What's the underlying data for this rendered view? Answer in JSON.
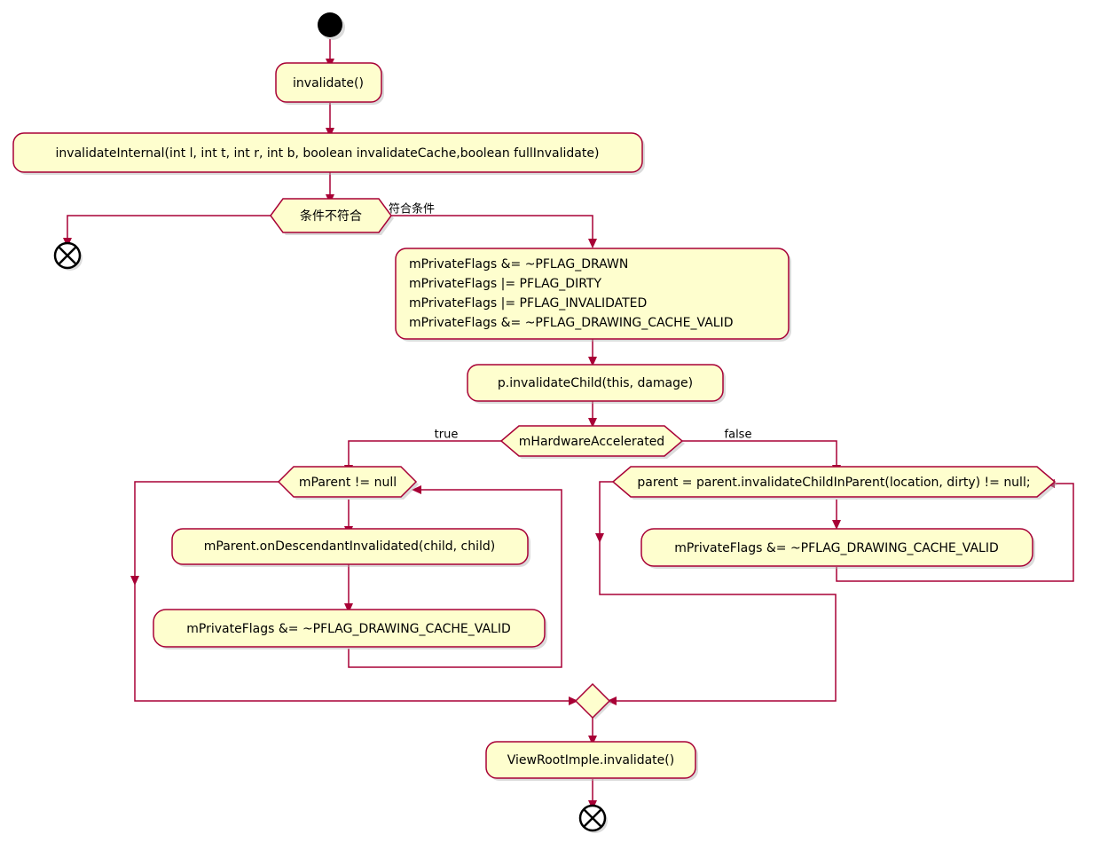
{
  "diagram": {
    "type": "activity-diagram",
    "title": "View.invalidate() activity flow",
    "colors": {
      "node_fill": "#FEFECE",
      "node_border": "#A80036",
      "edge": "#A80036",
      "text": "#000000",
      "background": "#FFFFFF",
      "shadow": "#B0B0B0"
    },
    "start_node": {
      "name": "start",
      "shape": "filled-circle"
    },
    "end_nodes": [
      {
        "name": "end-early-exit",
        "shape": "circle-cross"
      },
      {
        "name": "end-final",
        "shape": "circle-cross"
      }
    ],
    "nodes": [
      {
        "id": "invalidate",
        "label": "invalidate()",
        "shape": "rounded-rect"
      },
      {
        "id": "invalidate-internal",
        "label": "invalidateInternal(int l, int t, int r, int b, boolean invalidateCache,boolean fullInvalidate)",
        "shape": "rounded-rect"
      },
      {
        "id": "condition-check",
        "label": "条件不符合",
        "shape": "hexagon"
      },
      {
        "id": "set-flags",
        "shape": "rounded-rect",
        "lines": [
          "mPrivateFlags &= ~PFLAG_DRAWN",
          "mPrivateFlags |= PFLAG_DIRTY",
          "mPrivateFlags |= PFLAG_INVALIDATED",
          "mPrivateFlags &= ~PFLAG_DRAWING_CACHE_VALID"
        ]
      },
      {
        "id": "invalidate-child",
        "label": "p.invalidateChild(this, damage)",
        "shape": "rounded-rect"
      },
      {
        "id": "hardware-accelerated",
        "label": "mHardwareAccelerated",
        "shape": "hexagon"
      },
      {
        "id": "parent-not-null",
        "label": "mParent != null",
        "shape": "hexagon"
      },
      {
        "id": "on-descendant-invalidated",
        "label": "mParent.onDescendantInvalidated(child, child)",
        "shape": "rounded-rect"
      },
      {
        "id": "clear-cache-left",
        "label": "mPrivateFlags &= ~PFLAG_DRAWING_CACHE_VALID",
        "shape": "rounded-rect"
      },
      {
        "id": "invalidate-child-in-parent",
        "label": "parent = parent.invalidateChildInParent(location, dirty) != null;",
        "shape": "hexagon"
      },
      {
        "id": "clear-cache-right",
        "label": "mPrivateFlags &= ~PFLAG_DRAWING_CACHE_VALID",
        "shape": "rounded-rect"
      },
      {
        "id": "merge",
        "shape": "diamond"
      },
      {
        "id": "view-root-invalidate",
        "label": "ViewRootImple.invalidate()",
        "shape": "rounded-rect"
      }
    ],
    "edge_labels": [
      {
        "id": "label-match-condition",
        "text": "符合条件"
      },
      {
        "id": "label-true",
        "text": "true"
      },
      {
        "id": "label-false",
        "text": "false"
      }
    ]
  }
}
